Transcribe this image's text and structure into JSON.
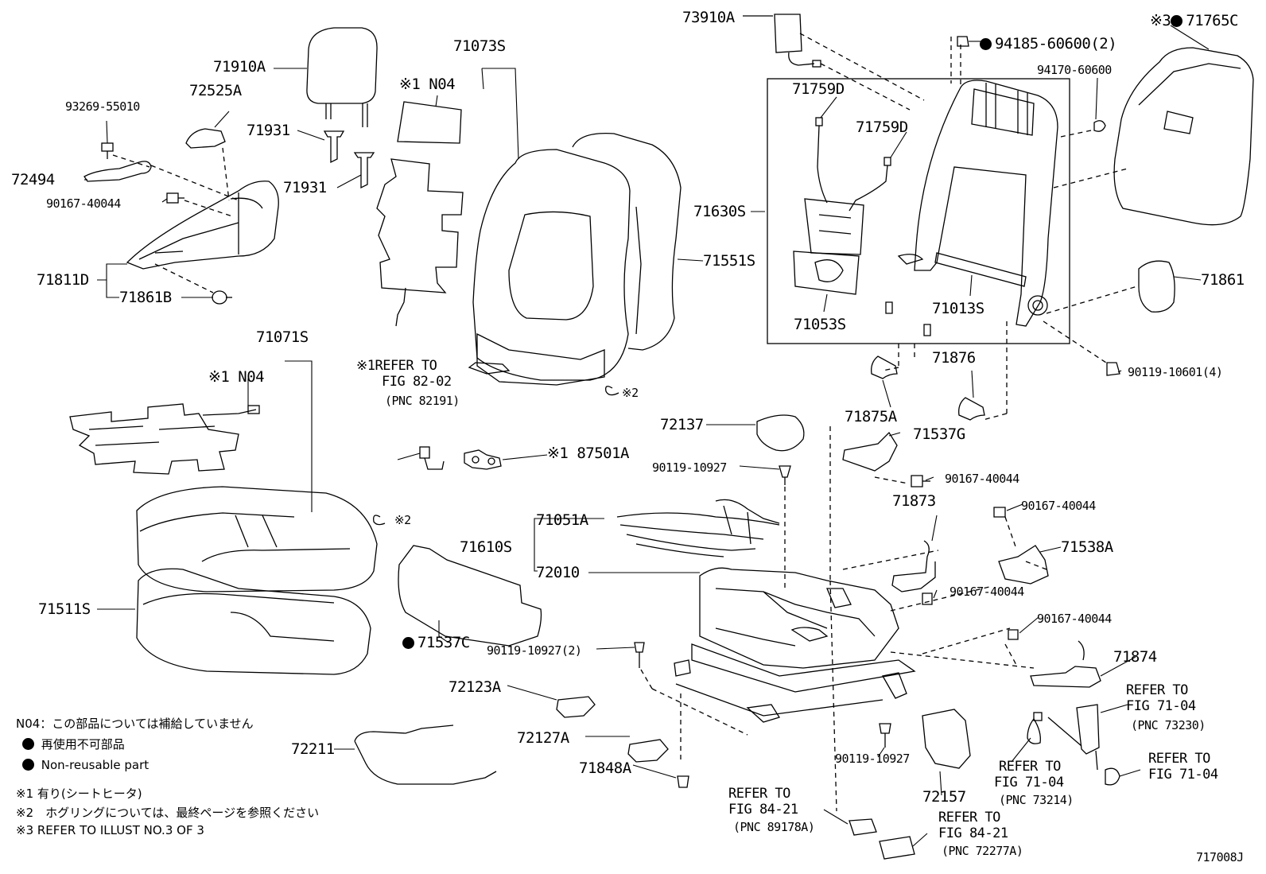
{
  "parts": {
    "p73910A": "73910A",
    "p94185": "94185-60600(2)",
    "p71765C": "71765C",
    "note3_71765C": "※3",
    "p71073S": "71073S",
    "note_n04_back": "※1 N04",
    "p71910A": "71910A",
    "p72525A": "72525A",
    "p93269": "93269-55010",
    "p72494": "72494",
    "p90167_a": "90167-40044",
    "p71931_a": "71931",
    "p71931_b": "71931",
    "p71811D": "71811D",
    "p71861B": "71861B",
    "p71759D_a": "71759D",
    "p71759D_b": "71759D",
    "p71630S": "71630S",
    "p71551S": "71551S",
    "p71053S": "71053S",
    "p71013S": "71013S",
    "p94170": "94170-60600",
    "p71861": "71861",
    "p90119_10601": "90119-10601(4)",
    "p71071S": "71071S",
    "note_n04_cush": "※1 N04",
    "ref_82_l1": "※1REFER TO",
    "ref_82_l2": "FIG 82-02",
    "ref_82_l3": "(PNC 82191)",
    "note2_a": "※2",
    "p71876": "71876",
    "p71875A": "71875A",
    "p72137": "72137",
    "p71537G": "71537G",
    "p90119_10927_a": "90119-10927",
    "p87501A": "87501A",
    "note1_87501A": "※1",
    "p90167_b": "90167-40044",
    "p71873": "71873",
    "p90167_c": "90167-40044",
    "note2_b": "※2",
    "p71051A": "71051A",
    "p71610S": "71610S",
    "p72010": "72010",
    "p71538A": "71538A",
    "p90167_d": "90167-40044",
    "p71511S": "71511S",
    "p71537C": "71537C",
    "p90119_10927_2": "90119-10927(2)",
    "p90167_e": "90167-40044",
    "p71874": "71874",
    "p72123A": "72123A",
    "ref_7104a_l1": "REFER TO",
    "ref_7104a_l2": "FIG 71-04",
    "ref_7104a_l3": "(PNC 73230)",
    "p72127A": "72127A",
    "p72211": "72211",
    "p90119_10927_b": "90119-10927",
    "p71848A": "71848A",
    "ref_7104b_l1": "REFER TO",
    "ref_7104b_l2": "FIG 71-04",
    "ref_7104b_l3": "(PNC 73214)",
    "ref_7104c_l1": "REFER TO",
    "ref_7104c_l2": "FIG 71-04",
    "p72157": "72157",
    "ref_8421a_l1": "REFER TO",
    "ref_8421a_l2": "FIG 84-21",
    "ref_8421a_l3": "(PNC 89178A)",
    "ref_8421b_l1": "REFER TO",
    "ref_8421b_l2": "FIG 84-21",
    "ref_8421b_l3": "(PNC 72277A)",
    "illust_id": "717008J"
  },
  "legend": {
    "n04": "N04：この部品については補給していません",
    "nonreuse_jp": "再使用不可部品",
    "nonreuse_en": "Non-reusable part",
    "note1": "※1 有り(シートヒータ)",
    "note2": "※2　ホグリングについては、最終ページを参照ください",
    "note3": "※3 REFER TO ILLUST NO.3 OF 3"
  }
}
